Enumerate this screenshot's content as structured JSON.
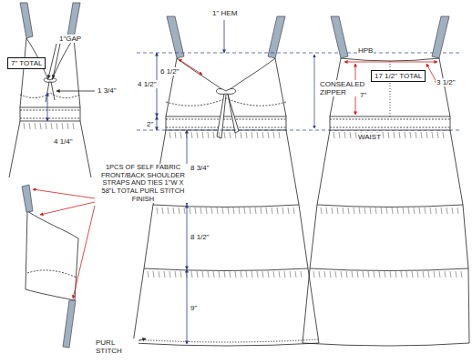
{
  "diagram": {
    "nodes": [
      {
        "text": [
          "7\" TOTAL"
        ]
      },
      {
        "text": [
          "17 1/2\" TOTAL"
        ]
      }
    ],
    "labels": [
      "1\"GAP",
      "1 3/4\"",
      "4 1/4\"",
      "1PCS OF SELF FABRIC FRONT/BACK SHOULDER STRAPS AND TIES 1\"W X 58\"L TOTAL PURL STITCH FINISH",
      "1\" HEM",
      "HPB",
      "6 1/2\"",
      "4 1/2\"",
      "2\"",
      "8 3/4\"",
      "8 1/2\"",
      "9\"",
      "PURL STITCH",
      "CONSEALED ZIPPER",
      "WAIST",
      "3 1/2\"",
      "7\""
    ]
  }
}
